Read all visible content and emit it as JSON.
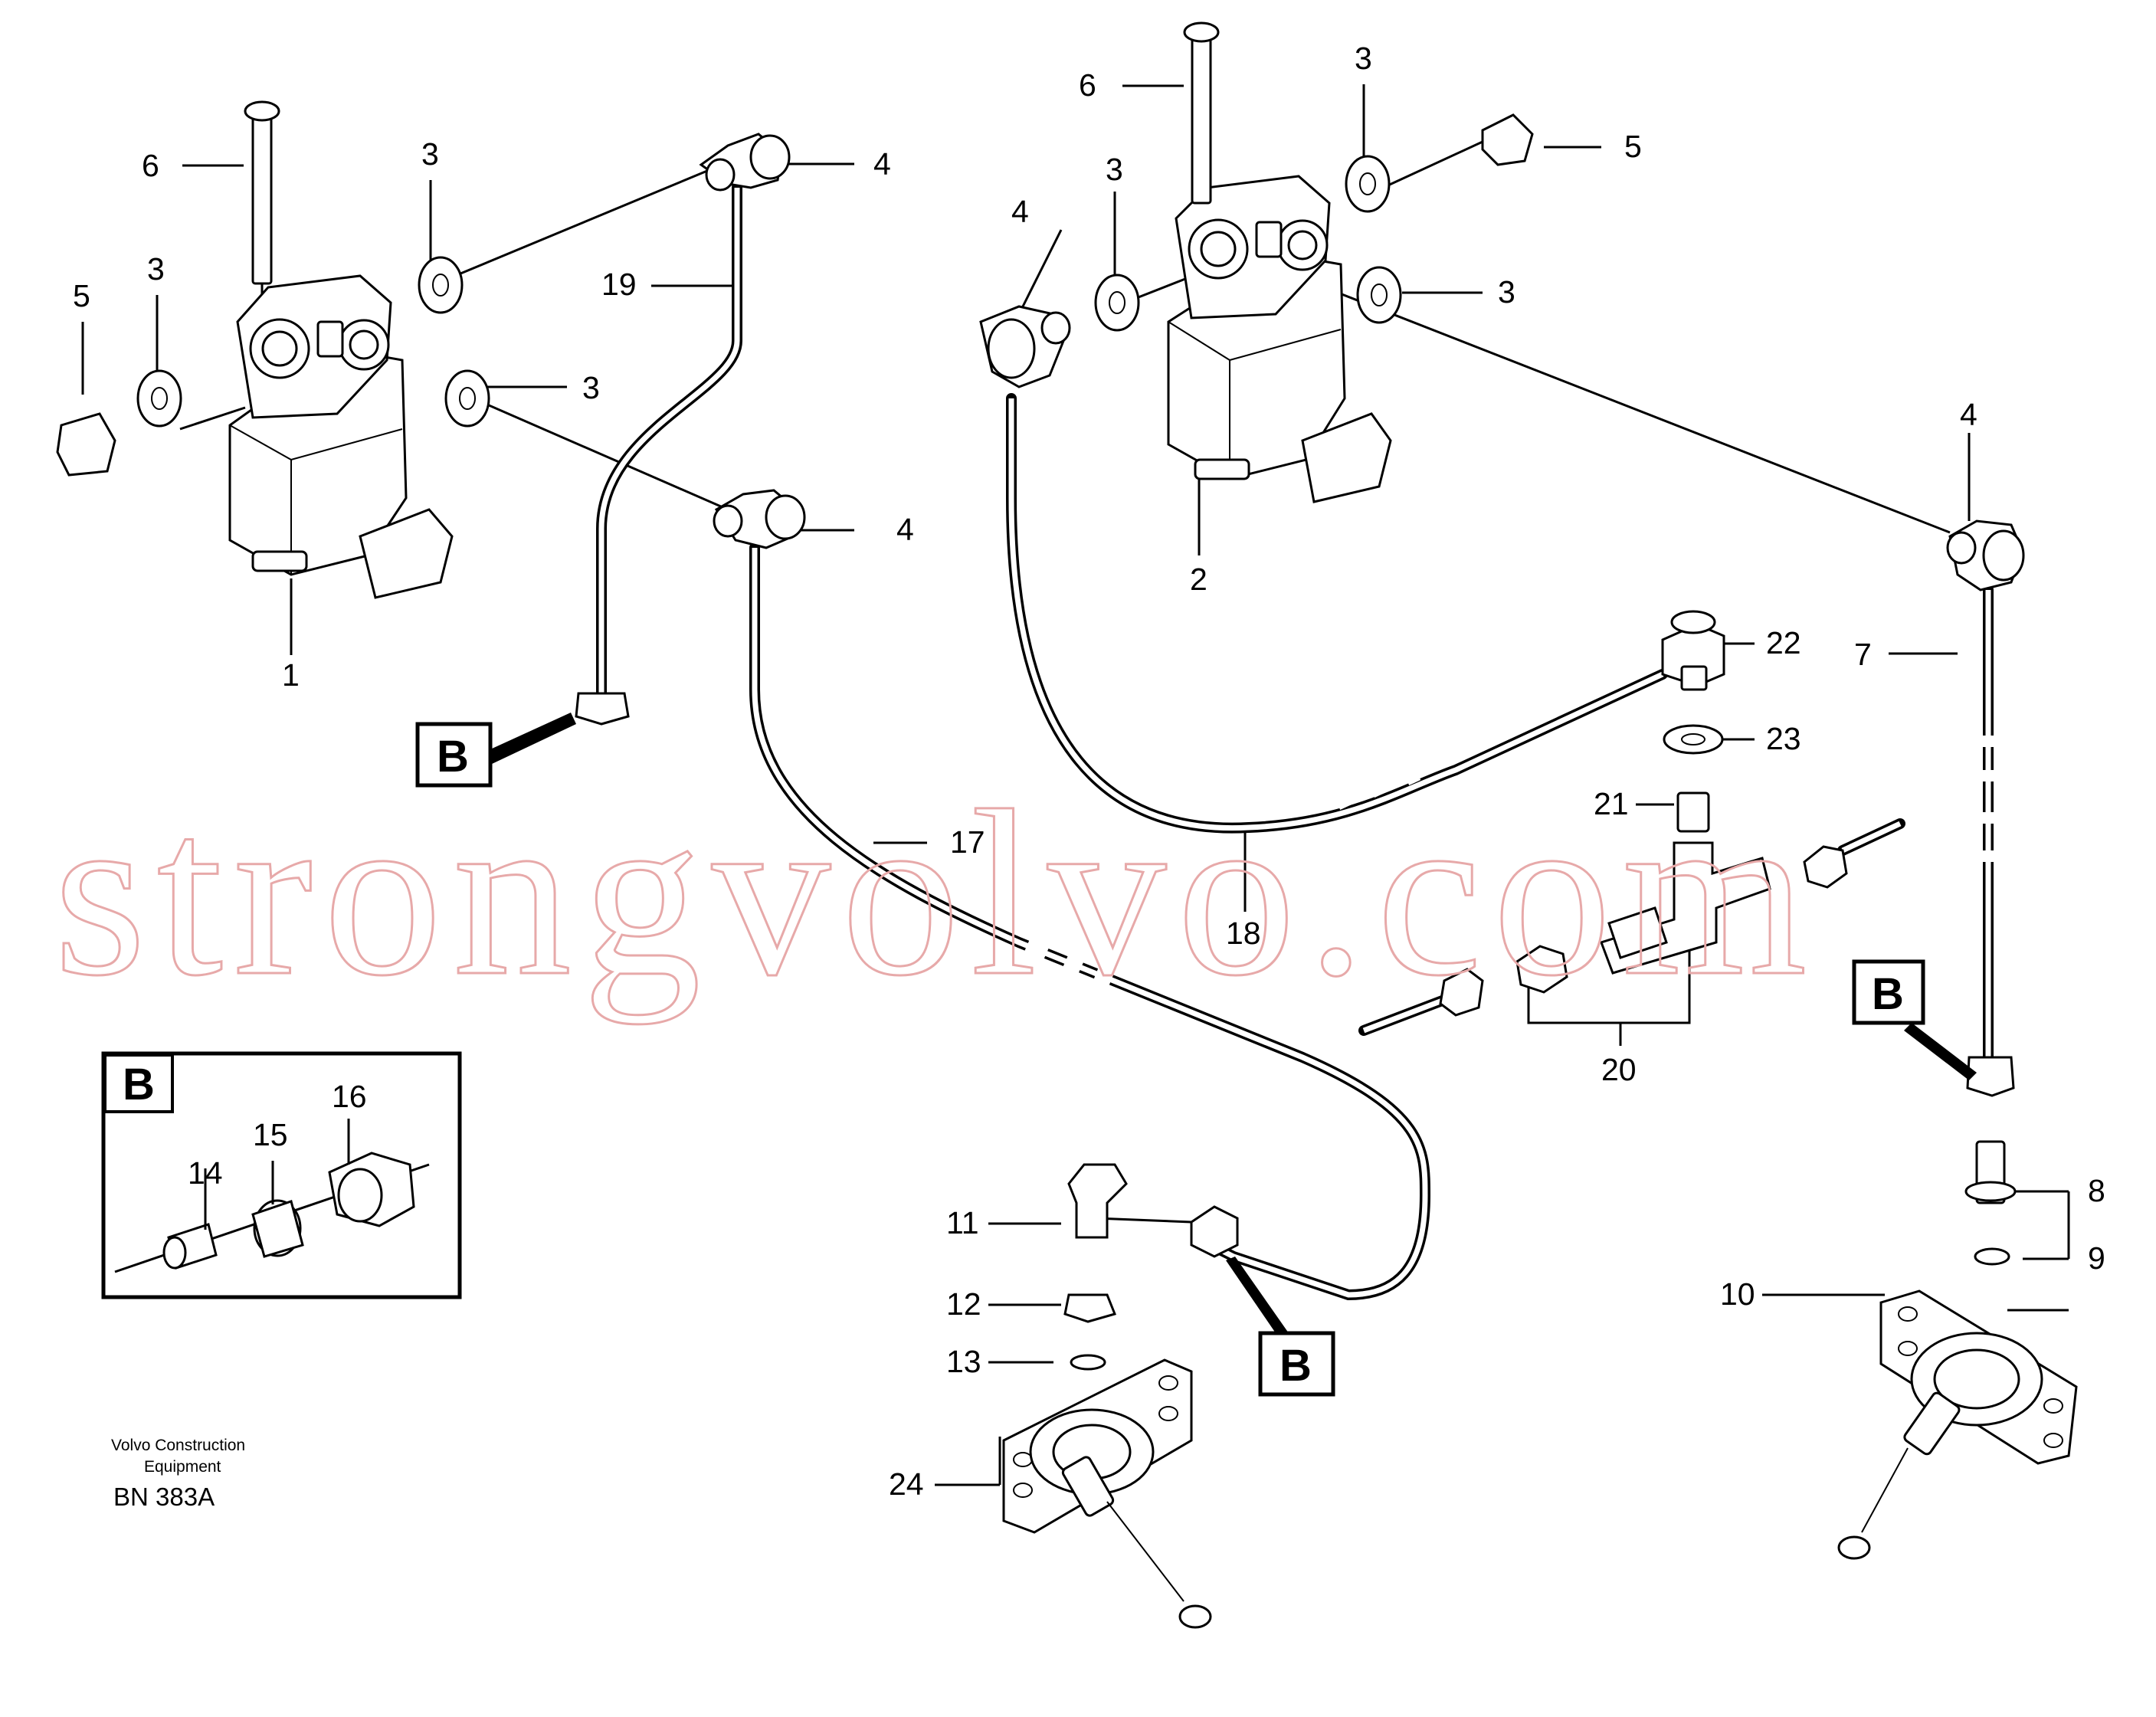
{
  "watermark": {
    "text": "strongvolvo.com",
    "color": "#e7a9a9"
  },
  "footer": {
    "company_line1": "Volvo Construction",
    "company_line2": "Equipment",
    "code": "BN 383A"
  },
  "detail_view": {
    "letter": "B",
    "labels": [
      "14",
      "15",
      "16"
    ]
  },
  "connection_markers": [
    "B",
    "B",
    "B"
  ],
  "callouts": {
    "valve1": {
      "c6": "6",
      "c3a": "3",
      "c4a": "4",
      "c19": "19",
      "c5": "5",
      "c3b": "3",
      "c3c": "3",
      "c4b": "4",
      "c1": "1"
    },
    "valve2": {
      "c6": "6",
      "c3a": "3",
      "c5": "5",
      "c4": "4",
      "c3b": "3",
      "c3c": "3",
      "c2": "2"
    },
    "right": {
      "c4": "4",
      "c7": "7",
      "c22": "22",
      "c23": "23",
      "c21": "21",
      "c18": "18",
      "c17": "17",
      "c20": "20"
    },
    "bottom": {
      "c11": "11",
      "c12": "12",
      "c13": "13",
      "c24": "24",
      "c8": "8",
      "c9": "9",
      "c10": "10"
    }
  }
}
